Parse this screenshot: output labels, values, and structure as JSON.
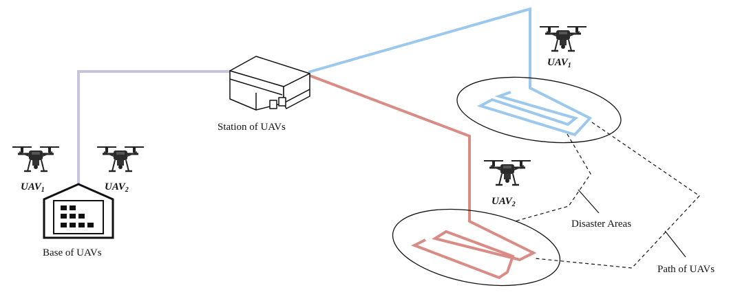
{
  "labels": {
    "station": "Station of UAVs",
    "base": "Base of UAVs",
    "disaster_areas": "Disaster Areas",
    "path": "Path of UAVs"
  },
  "uav_labels": {
    "base_uav_1": {
      "prefix": "UAV",
      "sub": "1"
    },
    "base_uav_2": {
      "prefix": "UAV",
      "sub": "2"
    },
    "field_uav_1": {
      "prefix": "UAV",
      "sub": "1"
    },
    "field_uav_2": {
      "prefix": "UAV",
      "sub": "2"
    }
  },
  "colors": {
    "base_path": "#c9c2dd",
    "uav1_path": "#9cc8ec",
    "uav2_path": "#d98c86",
    "outline": "#111111"
  },
  "icons": {
    "drone": "drone-icon",
    "station": "station-building-icon",
    "base": "base-building-icon"
  }
}
